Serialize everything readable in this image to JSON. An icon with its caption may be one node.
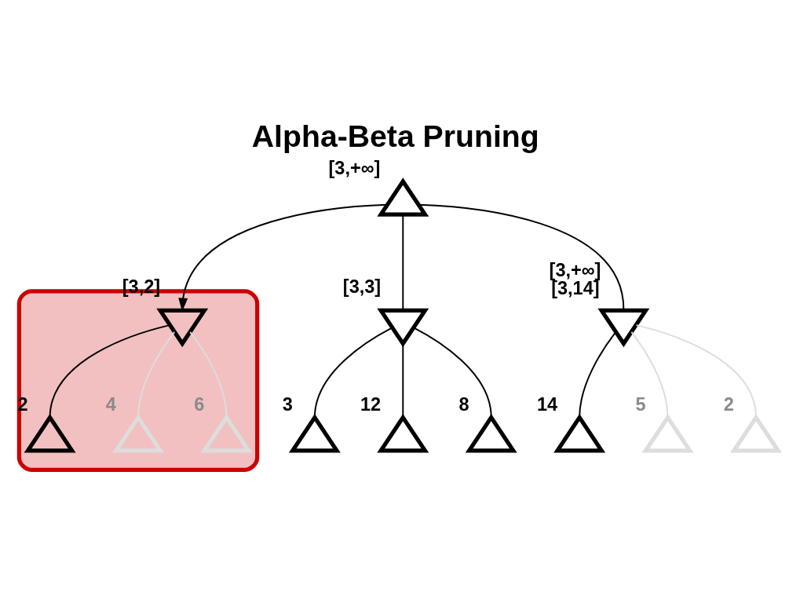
{
  "diagram": {
    "title": "Alpha-Beta Pruning",
    "nodes": [
      {
        "text": [],
        "shape": "triangle",
        "beside": [
          "[3,+∞]"
        ]
      },
      {
        "text": [],
        "shape": "ellipse"
      },
      {
        "text": [],
        "shape": "triangle",
        "beside": [
          "[3,3]"
        ]
      },
      {
        "text": [],
        "shape": "triangle",
        "beside": [
          "[3,2]"
        ],
        "in": 1
      },
      {
        "text": [],
        "shape": "triangle",
        "beside": [
          "[3,+∞]",
          "[3,14]"
        ]
      },
      {
        "text": [],
        "shape": "triangle",
        "beside": [
          "3"
        ]
      },
      {
        "text": [],
        "shape": "triangle",
        "beside": [
          "12"
        ]
      },
      {
        "text": [],
        "shape": "triangle",
        "beside": [
          "8"
        ]
      },
      {
        "text": [],
        "shape": "triangle",
        "beside": [
          "2"
        ],
        "in": 1
      },
      {
        "text": [],
        "shape": "triangle",
        "beside": [
          "4"
        ],
        "in": 1
      },
      {
        "text": [],
        "shape": "triangle",
        "beside": [
          "6"
        ],
        "in": 1
      },
      {
        "text": [],
        "shape": "triangle",
        "beside": [
          "14"
        ]
      },
      {
        "text": [],
        "shape": "triangle",
        "beside": [
          "5"
        ]
      },
      {
        "text": [],
        "shape": "triangle",
        "beside": [
          "2"
        ]
      }
    ],
    "edges": [
      {
        "from": 0,
        "to": 2,
        "arrow": "none"
      },
      {
        "from": 0,
        "to": 3,
        "arrow": "to"
      },
      {
        "from": 0,
        "to": 4,
        "arrow": "none"
      },
      {
        "from": 2,
        "to": 5,
        "arrow": "none"
      },
      {
        "from": 2,
        "to": 6,
        "arrow": "none"
      },
      {
        "from": 2,
        "to": 7,
        "arrow": "none"
      },
      {
        "from": 3,
        "to": 8,
        "arrow": "none"
      },
      {
        "from": 3,
        "to": 9,
        "arrow": "none",
        "color": "#dddddd"
      },
      {
        "from": 3,
        "to": 10,
        "arrow": "none",
        "color": "#dddddd"
      },
      {
        "from": 4,
        "to": 11,
        "arrow": "none"
      },
      {
        "from": 4,
        "to": 12,
        "arrow": "none",
        "color": "#dddddd"
      },
      {
        "from": 4,
        "to": 13,
        "arrow": "none",
        "color": "#dddddd"
      }
    ]
  }
}
